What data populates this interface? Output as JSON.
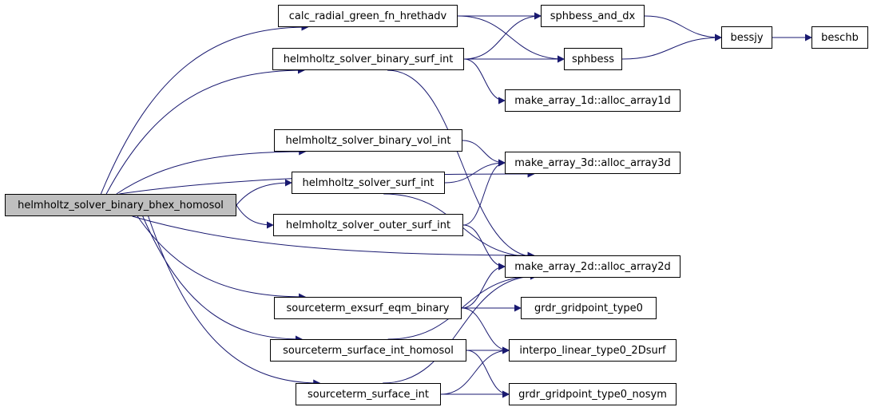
{
  "colors": {
    "edge": "#191970",
    "root_fill": "#bfbfbf",
    "node_fill": "#ffffff",
    "node_border": "#000000"
  },
  "nodes": {
    "root": {
      "label": "helmholtz_solver_binary_bhex_homosol"
    },
    "calc_radial": {
      "label": "calc_radial_green_fn_hrethadv"
    },
    "surf_int_bin": {
      "label": "helmholtz_solver_binary_surf_int"
    },
    "vol_int_bin": {
      "label": "helmholtz_solver_binary_vol_int"
    },
    "surf_int": {
      "label": "helmholtz_solver_surf_int"
    },
    "outer_surf": {
      "label": "helmholtz_solver_outer_surf_int"
    },
    "exsurf": {
      "label": "sourceterm_exsurf_eqm_binary"
    },
    "surf_homosol": {
      "label": "sourceterm_surface_int_homosol"
    },
    "surf_src": {
      "label": "sourceterm_surface_int"
    },
    "sphbess_dx": {
      "label": "sphbess_and_dx"
    },
    "sphbess": {
      "label": "sphbess"
    },
    "alloc1d": {
      "label": "make_array_1d::alloc_array1d"
    },
    "alloc3d": {
      "label": "make_array_3d::alloc_array3d"
    },
    "alloc2d": {
      "label": "make_array_2d::alloc_array2d"
    },
    "grdr0": {
      "label": "grdr_gridpoint_type0"
    },
    "interpo": {
      "label": "interpo_linear_type0_2Dsurf"
    },
    "grdr_nosym": {
      "label": "grdr_gridpoint_type0_nosym"
    },
    "bessjy": {
      "label": "bessjy"
    },
    "beschb": {
      "label": "beschb"
    }
  },
  "edges": [
    [
      "root",
      "calc_radial"
    ],
    [
      "root",
      "surf_int_bin"
    ],
    [
      "root",
      "alloc3d"
    ],
    [
      "root",
      "vol_int_bin"
    ],
    [
      "root",
      "surf_int"
    ],
    [
      "root",
      "outer_surf"
    ],
    [
      "root",
      "alloc2d"
    ],
    [
      "root",
      "exsurf"
    ],
    [
      "root",
      "surf_homosol"
    ],
    [
      "root",
      "surf_src"
    ],
    [
      "calc_radial",
      "sphbess_dx"
    ],
    [
      "calc_radial",
      "sphbess"
    ],
    [
      "surf_int_bin",
      "sphbess_dx"
    ],
    [
      "surf_int_bin",
      "sphbess"
    ],
    [
      "surf_int_bin",
      "alloc1d"
    ],
    [
      "surf_int_bin",
      "alloc2d"
    ],
    [
      "vol_int_bin",
      "alloc3d"
    ],
    [
      "surf_int",
      "alloc3d"
    ],
    [
      "surf_int",
      "alloc2d"
    ],
    [
      "outer_surf",
      "alloc3d"
    ],
    [
      "outer_surf",
      "alloc2d"
    ],
    [
      "exsurf",
      "alloc2d"
    ],
    [
      "exsurf",
      "grdr0"
    ],
    [
      "exsurf",
      "interpo"
    ],
    [
      "surf_homosol",
      "alloc2d"
    ],
    [
      "surf_homosol",
      "interpo"
    ],
    [
      "surf_homosol",
      "grdr_nosym"
    ],
    [
      "surf_src",
      "alloc2d"
    ],
    [
      "surf_src",
      "interpo"
    ],
    [
      "surf_src",
      "grdr_nosym"
    ],
    [
      "sphbess_dx",
      "bessjy"
    ],
    [
      "sphbess",
      "bessjy"
    ],
    [
      "bessjy",
      "beschb"
    ]
  ]
}
